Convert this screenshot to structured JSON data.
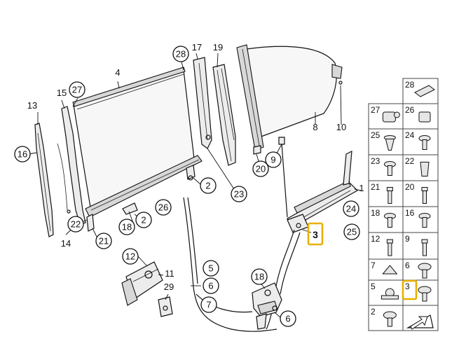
{
  "diagram": {
    "callouts_circled": [
      {
        "id": "c28",
        "label": "28"
      },
      {
        "id": "c27",
        "label": "27"
      },
      {
        "id": "c16",
        "label": "16"
      },
      {
        "id": "c22",
        "label": "22"
      },
      {
        "id": "c21",
        "label": "21"
      },
      {
        "id": "c18a",
        "label": "18"
      },
      {
        "id": "c2a",
        "label": "2"
      },
      {
        "id": "c26",
        "label": "26"
      },
      {
        "id": "c2b",
        "label": "2"
      },
      {
        "id": "c23",
        "label": "23"
      },
      {
        "id": "c20",
        "label": "20"
      },
      {
        "id": "c9",
        "label": "9"
      },
      {
        "id": "c24",
        "label": "24"
      },
      {
        "id": "c25",
        "label": "25"
      },
      {
        "id": "c12",
        "label": "12"
      },
      {
        "id": "c5",
        "label": "5"
      },
      {
        "id": "c6a",
        "label": "6"
      },
      {
        "id": "c7",
        "label": "7"
      },
      {
        "id": "c18b",
        "label": "18"
      },
      {
        "id": "c6b",
        "label": "6"
      }
    ],
    "callouts_plain": [
      {
        "id": "p13",
        "label": "13"
      },
      {
        "id": "p15",
        "label": "15"
      },
      {
        "id": "p14",
        "label": "14"
      },
      {
        "id": "p4",
        "label": "4"
      },
      {
        "id": "p17",
        "label": "17"
      },
      {
        "id": "p19",
        "label": "19"
      },
      {
        "id": "p8",
        "label": "8"
      },
      {
        "id": "p10",
        "label": "10"
      },
      {
        "id": "p1",
        "label": "1"
      },
      {
        "id": "p11",
        "label": "11"
      },
      {
        "id": "p29",
        "label": "29"
      }
    ],
    "highlighted_callout": {
      "label": "3"
    }
  },
  "parts_grid": {
    "cells": [
      {
        "label": "28",
        "icon": "clip-block-icon"
      },
      {
        "label": "27",
        "icon": "connector-icon"
      },
      {
        "label": "26",
        "icon": "cap-icon"
      },
      {
        "label": "25",
        "icon": "expanding-rivet-icon"
      },
      {
        "label": "24",
        "icon": "screw-icon"
      },
      {
        "label": "23",
        "icon": "flat-screw-icon"
      },
      {
        "label": "22",
        "icon": "clip-nut-icon"
      },
      {
        "label": "21",
        "icon": "bolt-icon"
      },
      {
        "label": "20",
        "icon": "bolt-icon"
      },
      {
        "label": "18",
        "icon": "collar-screw-icon"
      },
      {
        "label": "16",
        "icon": "screw-icon"
      },
      {
        "label": "12",
        "icon": "bolt-icon"
      },
      {
        "label": "9",
        "icon": "bolt-icon"
      },
      {
        "label": "7",
        "icon": "bracket-nut-icon"
      },
      {
        "label": "6",
        "icon": "flange-screw-icon"
      },
      {
        "label": "5",
        "icon": "fastener-icon"
      },
      {
        "label": "3",
        "icon": "flange-screw-icon"
      },
      {
        "label": "2",
        "icon": "flange-screw-icon"
      },
      {
        "label": "",
        "icon": "arrow-indicator-icon"
      }
    ]
  }
}
